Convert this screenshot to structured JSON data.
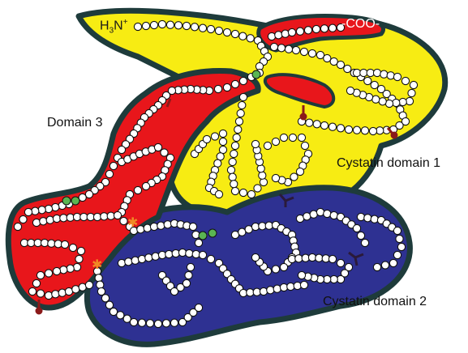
{
  "labels": {
    "domain3": "Domain 3",
    "cystatin1": "Cystatin domain 1",
    "cystatin2": "Cystatin domain 2"
  },
  "termini": {
    "n_base": "H",
    "n_sub": "3",
    "n_rest": "N",
    "n_sup": "+",
    "c": "-COO-"
  },
  "colors": {
    "domain3": "#e8161b",
    "cystatin1": "#f7ec13",
    "cystatin2": "#2e3192",
    "outline": "#1e3b3b",
    "residue_fill": "#ffffff",
    "residue_stroke": "#111111",
    "glycosylation": "#5ab552",
    "marker_star": "#f08a24",
    "disulfide_mark": "#8b1a1a"
  }
}
